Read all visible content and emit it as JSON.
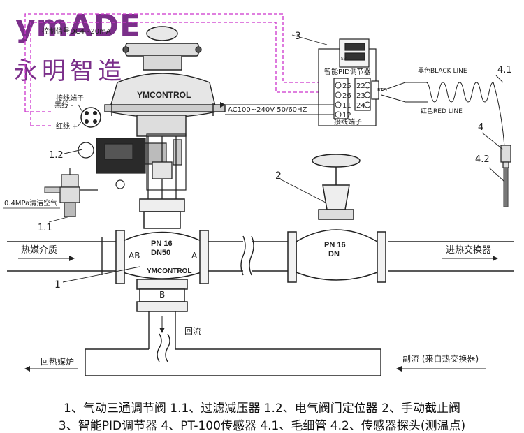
{
  "brand": {
    "logo_text": "ymADE",
    "chinese_name": "永明智造",
    "trademark": "®"
  },
  "actuator": {
    "label": "YMCONTROL",
    "signal_partial": "控制信号DC4~20mA"
  },
  "terminal_block_left": {
    "title": "接线端子",
    "black_wire": "黑线 -",
    "red_wire": "红线 +"
  },
  "pid_controller": {
    "title": "智能PID调节器",
    "terminals_left": [
      "25",
      "26",
      "11",
      "12"
    ],
    "terminals_right": [
      "22",
      "23",
      "24"
    ],
    "rtd_label": "RTD",
    "sv_label": "SV",
    "bottom_label": "接线端子",
    "power_label": "AC100~240V 50/60HZ"
  },
  "wires": {
    "black_line": "黑色BLACK LINE",
    "red_line": "红色RED LINE"
  },
  "callouts": {
    "c1": "1",
    "c1_1": "1.1",
    "c1_2": "1.2",
    "c2": "2",
    "c3": "3",
    "c4": "4",
    "c4_1": "4.1",
    "c4_2": "4.2"
  },
  "valve_labels": {
    "pn": "PN 16",
    "dn": "DN50",
    "port_ab": "AB",
    "port_a": "A",
    "port_b": "B",
    "body_brand": "YMCONTROL",
    "pn_right": "PN 16",
    "dn_right": "DN"
  },
  "pipe_labels": {
    "air": "0.4MPa清洁空气",
    "inlet": "热媒介质",
    "outlet": "进热交换器",
    "return_flow": "回流",
    "return_boiler": "回热媒炉",
    "bypass": "副流 (来自热交换器)"
  },
  "legend": {
    "line1": "1、气动三通调节阀  1.1、过滤减压器  1.2、电气阀门定位器  2、手动截止阀",
    "line2": "3、智能PID调节器  4、PT-100传感器  4.1、毛细管 4.2、传感器探头(测温点)"
  },
  "colors": {
    "signal_wire": "#cc33cc",
    "line": "#222222",
    "probe": "#777777"
  }
}
